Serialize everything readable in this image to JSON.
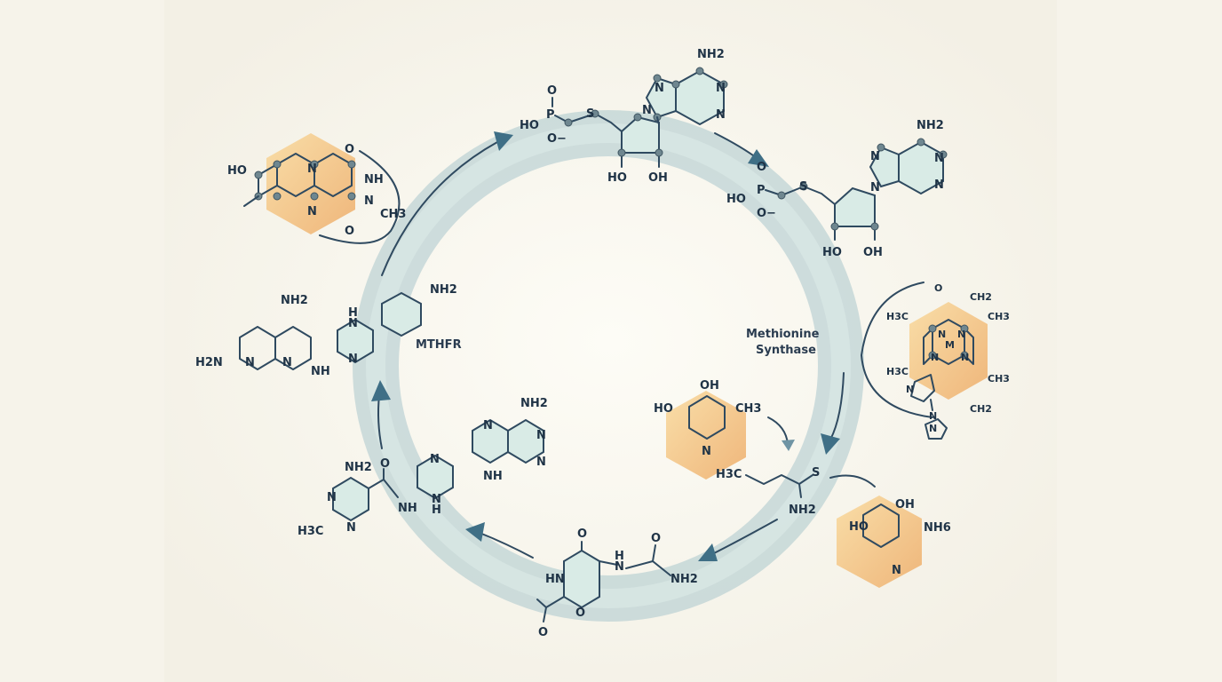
{
  "colors": {
    "background": "#f6f3ea",
    "panel": "#fbfaf2",
    "cycle_arrow": "#8fb3bd",
    "arrow_head": "#3f6f86",
    "bond": "#2f4a60",
    "hex_highlight": "#f2c078"
  },
  "enzymes": {
    "mthfr": "MTHFR",
    "methionine_synthase_line1": "Methionine",
    "methionine_synthase_line2": "Synthase"
  },
  "molecules": {
    "sam_top": {
      "nh2": "NH2",
      "n1": "N",
      "n2": "N",
      "n3": "N",
      "n4": "N",
      "o_top": "O",
      "ho": "HO",
      "p": "P",
      "o_minus": "O−",
      "s": "S",
      "oh_left": "HO",
      "oh_right": "OH"
    },
    "sah_right": {
      "nh2": "NH2",
      "n1": "N",
      "n2": "N",
      "n3": "N",
      "n4": "N",
      "o_top": "O",
      "ho": "HO",
      "p": "P",
      "o_minus": "O−",
      "s": "S",
      "oh_left": "HO",
      "oh_right": "OH"
    },
    "flavin_topleft": {
      "ho": "HO",
      "n1": "N",
      "n2": "N",
      "o1": "O",
      "o2": "O",
      "nh": "NH",
      "n3": "N",
      "ch3": "CH3"
    },
    "folate_left": {
      "nh2_top": "NH2",
      "h2n": "H2N",
      "n1": "N",
      "n2": "N",
      "nh": "NH",
      "h": "H",
      "n3": "N",
      "n4": "N",
      "nh2_aryl": "NH2"
    },
    "pterin_bottom": {
      "nh2": "NH2",
      "n1": "N",
      "n2": "N",
      "n3": "N",
      "n4": "N",
      "nh": "NH",
      "h": "H",
      "n5": "N"
    },
    "pyrimidine_bottomleft": {
      "nh2": "NH2",
      "o": "O",
      "n1": "N",
      "n2": "N",
      "h3c": "H3C",
      "nh": "NH"
    },
    "oxazine_bottom": {
      "o1": "O",
      "hn": "HN",
      "h": "H",
      "n": "N",
      "o2": "O",
      "nh2": "NH2",
      "o3": "O",
      "o4": "O"
    },
    "cobalamin_right": {
      "o": "O",
      "ch2_top": "CH2",
      "h3c_1": "H3C",
      "ch3_1": "CH3",
      "n1": "N",
      "n2": "N",
      "m": "M",
      "n3": "N",
      "n4": "N",
      "h3c_2": "H3C",
      "ch3_2": "CH3",
      "ch2_bottom": "CH2",
      "n5": "N",
      "n6": "N",
      "n7": "N"
    },
    "pyridoxine_mid": {
      "oh": "OH",
      "ho": "HO",
      "ch3": "CH3",
      "n": "N"
    },
    "homocysteine": {
      "h3c": "H3C",
      "s": "S",
      "nh2": "NH2"
    },
    "pyridoxamine_bottomright": {
      "oh": "OH",
      "ho": "HO",
      "nh6": "NH6",
      "n": "N"
    }
  }
}
